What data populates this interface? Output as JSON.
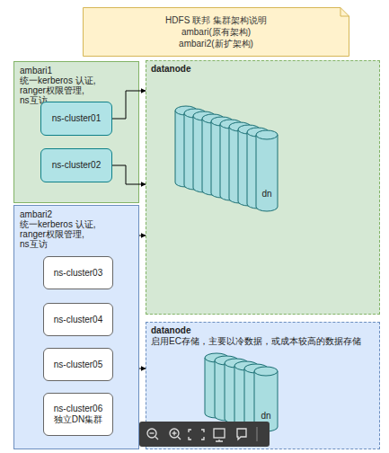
{
  "diagram": {
    "nodes": [
      {
        "text": [
          "HDFS 联邦 集群架构说明",
          "ambari(原有架构)",
          "ambari2(新扩架构)"
        ]
      },
      {
        "text": [
          "ambari1",
          "统一kerberos 认证, ranger权限管理, ns互访"
        ]
      },
      {
        "text": [
          "ns-cluster01"
        ],
        "in": 1
      },
      {
        "text": [
          "ns-cluster02"
        ],
        "in": 1
      },
      {
        "text": [
          "datanode"
        ]
      },
      {
        "text": [
          "ambari2",
          "统一kerberos 认证, ranger权限管理, ns互访"
        ]
      },
      {
        "text": [
          "ns-cluster03"
        ],
        "in": 5
      },
      {
        "text": [
          "ns-cluster04"
        ],
        "in": 5
      },
      {
        "text": [
          "ns-cluster05"
        ],
        "in": 5
      },
      {
        "text": [
          "ns-cluster06 独立DN集群"
        ],
        "in": 5
      },
      {
        "text": [
          "datanode",
          "启用EC存储，主要以冷数据，或成本较高的数据存储"
        ]
      }
    ],
    "edges": [
      {
        "from": 2,
        "to": 4,
        "arrow": "to"
      },
      {
        "from": 3,
        "to": 4,
        "arrow": "to"
      },
      {
        "from": 5,
        "to": 4,
        "arrow": "to"
      },
      {
        "from": 5,
        "to": 10,
        "arrow": "to"
      }
    ],
    "labels": [
      "dn",
      "dn"
    ]
  }
}
